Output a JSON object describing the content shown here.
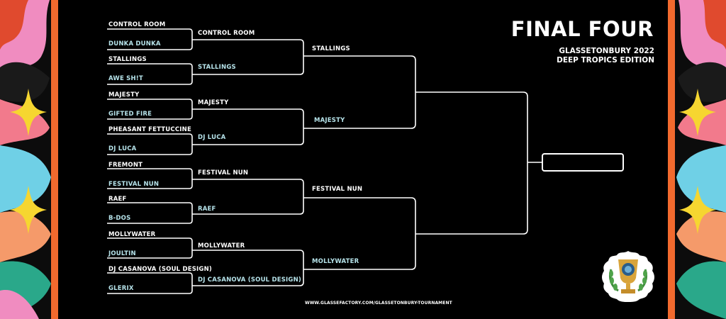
{
  "header": {
    "title": "FINAL FOUR",
    "subtitle_line1": "GLASSETONBURY 2022",
    "subtitle_line2": "DEEP TROPICS EDITION"
  },
  "round1": [
    "CONTROL ROOM",
    "DUNKA DUNKA",
    "STALLINGS",
    "AWE SH!T",
    "MAJESTY",
    "GIFTED FIRE",
    "PHEASANT FETTUCCINE",
    "DJ LUCA",
    "FREMONT",
    "FESTIVAL NUN",
    "RAEF",
    "B-DOS",
    "MOLLYWATER",
    "JOULTIN",
    "DJ CASANOVA (SOUL DESIGN)",
    "GLERIX"
  ],
  "round2": [
    "CONTROL ROOM",
    "STALLINGS",
    "MAJESTY",
    "DJ LUCA",
    "FESTIVAL NUN",
    "RAEF",
    "MOLLYWATER",
    "DJ CASANOVA (SOUL DESIGN)"
  ],
  "round3": [
    "STALLINGS",
    "MAJESTY",
    "FESTIVAL NUN",
    "MOLLYWATER"
  ],
  "champion": "",
  "footer": {
    "url": "WWW.GLASSEFACTORY.COM/GLASSETONBURY-TOURNAMENT"
  },
  "colors": {
    "background": "#000000",
    "line": "#ffffff",
    "label_top": "#ffffff",
    "label_bottom": "#b6e3ea",
    "border_orange": "#f26a2e"
  }
}
